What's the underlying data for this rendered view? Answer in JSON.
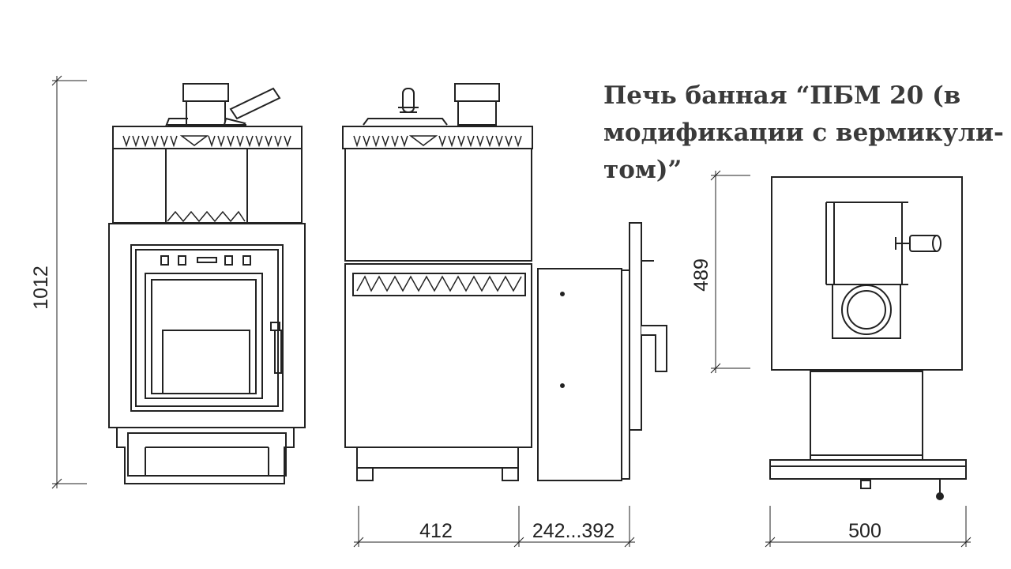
{
  "title": {
    "line1": "Печь банная “ПБМ 20 (в",
    "line2": "модификации с вермикули-",
    "line3": "том)”"
  },
  "dimensions": {
    "height": "1012",
    "depth": "412",
    "depth_extension": "242...392",
    "top_depth": "489",
    "width": "500"
  }
}
